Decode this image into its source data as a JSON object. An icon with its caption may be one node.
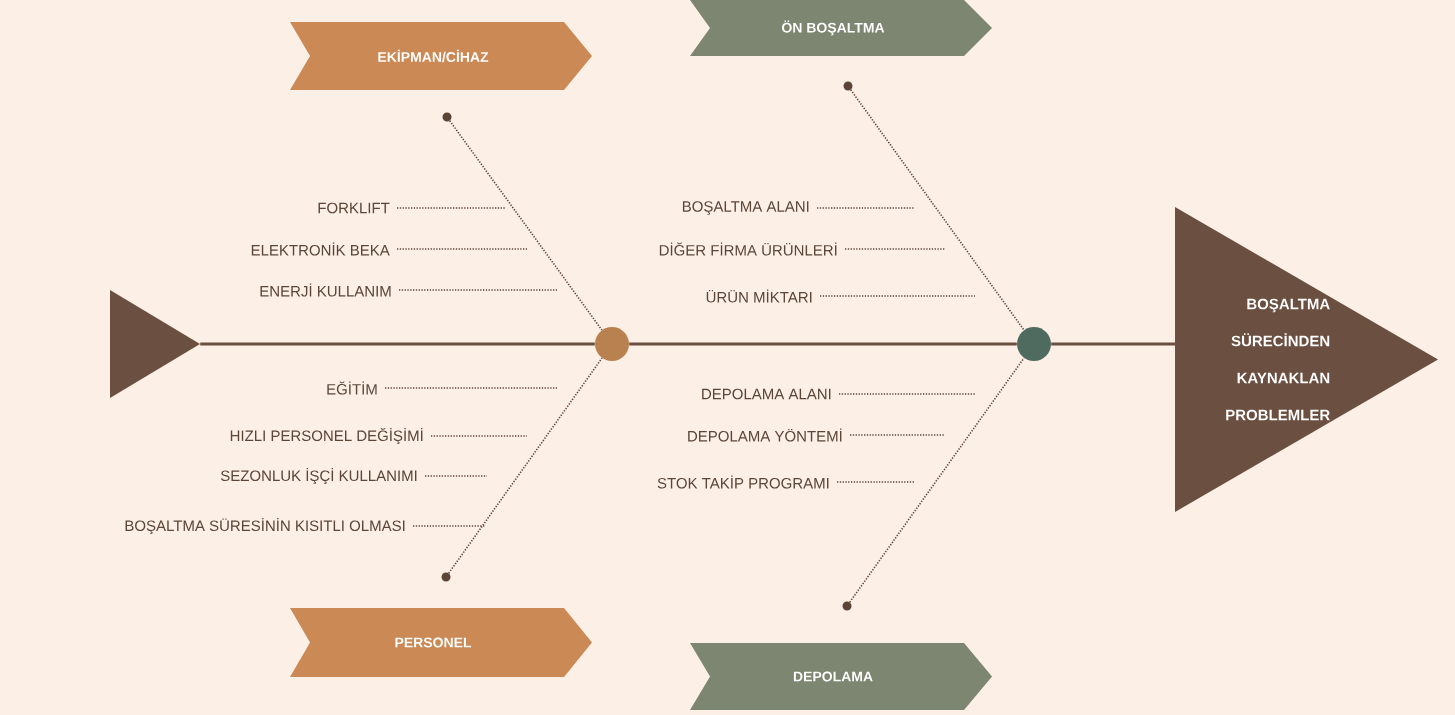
{
  "diagram": {
    "nodes": [
      {
        "text": [
          "EKİPMAN/CİHAZ"
        ]
      },
      {
        "text": [
          "ÖN BOŞALTMA"
        ]
      },
      {
        "text": [],
        "shape": "circle"
      },
      {
        "text": [],
        "shape": "circle"
      },
      {
        "text": [
          "FORKLIFT"
        ]
      },
      {
        "text": [
          "ELEKTRONİK BEKA"
        ]
      },
      {
        "text": [
          "ENERJİ KULLANIM"
        ]
      },
      {
        "text": [
          "BOŞALTMA ALANI"
        ]
      },
      {
        "text": [
          "DİĞER FİRMA ÜRÜNLERİ"
        ]
      },
      {
        "text": [
          "ÜRÜN MİKTARI"
        ]
      },
      {
        "text": [],
        "shape": "triangle"
      },
      {
        "text": [],
        "shape": "circle"
      },
      {
        "text": [],
        "shape": "circle"
      },
      {
        "text": [
          "BOŞALTMA SÜRECİNDEN KAYNAKLAN PROBLEMLER"
        ]
      },
      {
        "text": [
          "EĞİTİM"
        ]
      },
      {
        "text": [
          "HIZLI PERSONEL DEĞİŞİMİ"
        ]
      },
      {
        "text": [
          "SEZONLUK İŞÇİ KULLANIMI"
        ]
      },
      {
        "text": [
          "BOŞALTMA SÜRESİNİN  KISITLI OLMASI"
        ]
      },
      {
        "text": [
          "DEPOLAMA ALANI"
        ]
      },
      {
        "text": [
          "DEPOLAMA YÖNTEMİ"
        ]
      },
      {
        "text": [
          "STOK TAKİP PROGRAMI"
        ]
      },
      {
        "text": [],
        "shape": "circle"
      },
      {
        "text": [],
        "shape": "circle"
      },
      {
        "text": [
          "PERSONEL"
        ]
      },
      {
        "text": [
          "DEPOLAMA"
        ]
      }
    ],
    "edges": [
      {
        "from": 10,
        "to": 11,
        "arrow": "none"
      },
      {
        "from": 11,
        "to": 12,
        "arrow": "none"
      },
      {
        "from": 12,
        "to": 13,
        "arrow": "none"
      },
      {
        "from": 2,
        "to": 11,
        "arrow": "none",
        "style": "dashed"
      },
      {
        "from": 21,
        "to": 11,
        "arrow": "none",
        "style": "dashed"
      },
      {
        "from": 3,
        "to": 12,
        "arrow": "none",
        "style": "dashed"
      },
      {
        "from": 22,
        "to": 12,
        "arrow": "none",
        "style": "dashed"
      },
      {
        "from": 4,
        "to": null,
        "arrow": "none",
        "style": "dashed"
      },
      {
        "from": 5,
        "to": null,
        "arrow": "none",
        "style": "dashed"
      },
      {
        "from": 6,
        "to": null,
        "arrow": "none",
        "style": "dashed"
      },
      {
        "from": 7,
        "to": null,
        "arrow": "none",
        "style": "dashed"
      },
      {
        "from": 8,
        "to": null,
        "arrow": "none",
        "style": "dashed"
      },
      {
        "from": 9,
        "to": null,
        "arrow": "none",
        "style": "dashed"
      },
      {
        "from": 14,
        "to": null,
        "arrow": "none",
        "style": "dashed"
      },
      {
        "from": 15,
        "to": null,
        "arrow": "none",
        "style": "dashed"
      },
      {
        "from": 16,
        "to": null,
        "arrow": "none",
        "style": "dashed"
      },
      {
        "from": 17,
        "to": null,
        "arrow": "none",
        "style": "dashed"
      },
      {
        "from": 18,
        "to": null,
        "arrow": "none",
        "style": "dashed"
      },
      {
        "from": 19,
        "to": null,
        "arrow": "none",
        "style": "dashed"
      },
      {
        "from": 20,
        "to": null,
        "arrow": "none",
        "style": "dashed"
      }
    ]
  }
}
